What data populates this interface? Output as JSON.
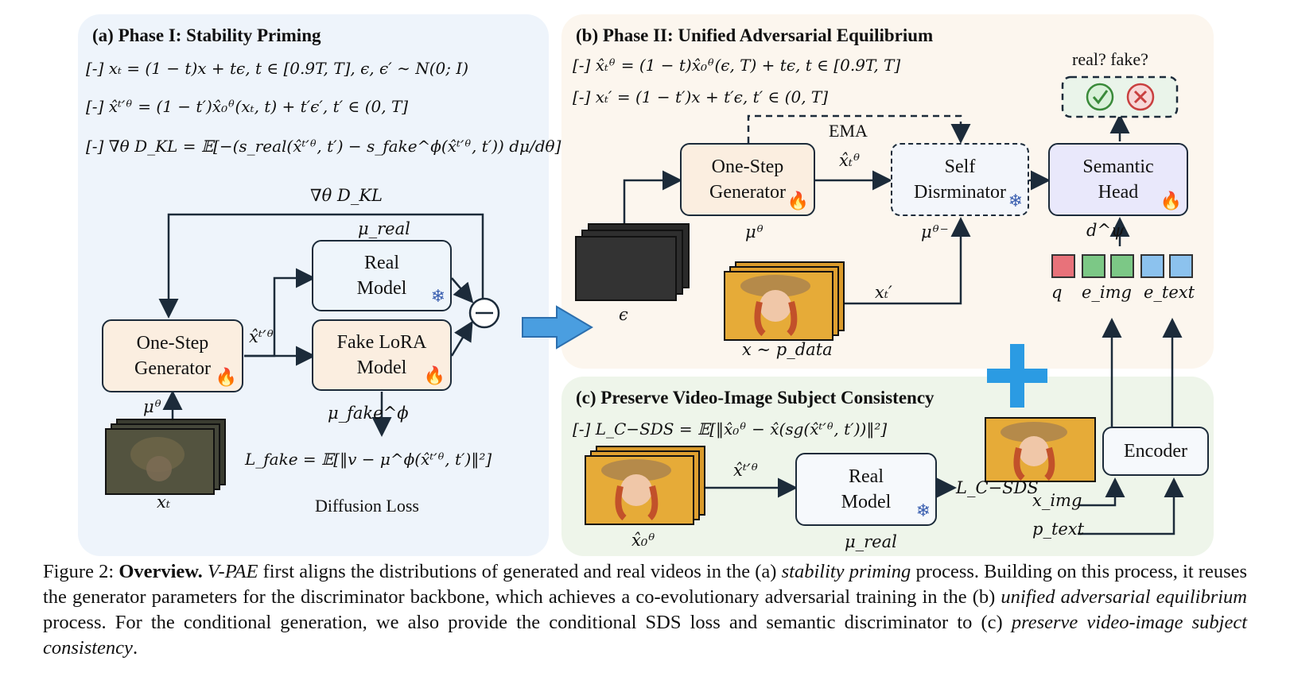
{
  "panel_a": {
    "title": "(a) Phase I: Stability Priming",
    "eq1": "[-] xₜ = (1 − t)x + tϵ,  t ∈ [0.9T, T],  ϵ, ϵ′ ∼ N(0; I)",
    "eq2": "[-] x̂ᵗ′ᶿ = (1 − t′)x̂₀ᶿ(xₜ, t) + t′ϵ′, t′ ∈ (0, T]",
    "eq3": "[-] ∇θ D_KL = 𝔼[−(s_real(x̂ᵗ′ᶿ, t′) − s_fake^ϕ(x̂ᵗ′ᶿ, t′)) dμ/dθ]",
    "grad_label": "∇θ D_KL",
    "mu_real": "μ_real",
    "real_model": [
      "Real",
      "Model"
    ],
    "fake_model": [
      "Fake LoRA",
      "Model"
    ],
    "generator": [
      "One-Step",
      "Generator"
    ],
    "xhat_t": "x̂ᵗ′ᶿ",
    "mu_theta": "μᶿ",
    "x_t": "xₜ",
    "mu_fake": "μ_fake^ϕ",
    "loss_eq": "L_fake = 𝔼[‖v − μ^ϕ(x̂ᵗ′ᶿ, t′)‖²]",
    "diffusion_loss": "Diffusion Loss"
  },
  "panel_b": {
    "title": "(b) Phase II: Unified Adversarial Equilibrium",
    "eq1": "[-] x̂ₜᶿ = (1 − t)x̂₀ᶿ(ϵ, T) + tϵ, t ∈ [0.9T, T]",
    "eq2": "[-] xₜ′ = (1 − t′)x + t′ϵ, t′ ∈ (0, T]",
    "ema": "EMA",
    "real_fake": "real? fake?",
    "generator": [
      "One-Step",
      "Generator"
    ],
    "discriminator": [
      "Self",
      "Disrminator"
    ],
    "semantic_head": [
      "Semantic",
      "Head"
    ],
    "xhat": "x̂ₜᶿ",
    "mu_theta": "μᶿ",
    "mu_theta_minus": "μᶿ⁻",
    "d_psi": "d^ψ",
    "epsilon": "ϵ",
    "x_data": "x ∼ p_data",
    "x_tprime": "xₜ′",
    "tokens": [
      "q",
      "e_img",
      "e_text"
    ]
  },
  "panel_c": {
    "title": "(c) Preserve Video-Image Subject Consistency",
    "eq": "[-] L_C−SDS = 𝔼[‖x̂₀ᶿ − x̂(sg(x̂ᵗ′ᶿ, t′))‖²]",
    "xhat_t": "x̂ᵗ′ᶿ",
    "real_model": [
      "Real",
      "Model"
    ],
    "l_csds": "L_C−SDS",
    "mu_real": "μ_real",
    "x0hat": "x̂₀ᶿ",
    "encoder": "Encoder",
    "x_img": "x_img",
    "p_text": "p_text"
  },
  "caption": {
    "fig": "Figure 2: ",
    "bold": "Overview.",
    "i1": "V-PAE",
    "t1": " first aligns the distributions of generated and real videos in the (a) ",
    "i2": "stability priming",
    "t2": " process. Building on this process, it reuses the generator parameters for the discriminator backbone, which achieves a co-evolutionary adversarial training in the (b) ",
    "i3": "unified adversarial equilibrium",
    "t3": " process. For the conditional generation, we also provide the conditional SDS loss and semantic discriminator to (c) ",
    "i4": "preserve video-image subject consistency",
    "t4": "."
  },
  "colors": {
    "token_q": "#e8727a",
    "token_img": "#7cc886",
    "token_text": "#8cc2ee",
    "plus": "#2b9be3",
    "arrow_blue": "#4a9ee0"
  }
}
